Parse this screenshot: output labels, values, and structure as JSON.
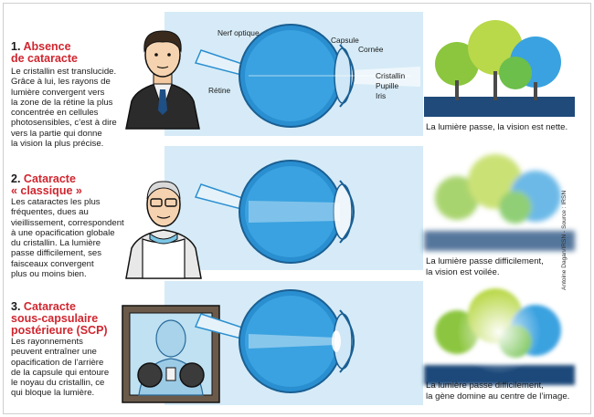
{
  "sections": [
    {
      "number": "1.",
      "title_lines": [
        "Absence",
        "de cataracte"
      ],
      "text": "Le cristallin est translucide.\nGrâce à lui, les rayons de\nlumière convergent vers\nla zone de la rétine la plus\nconcentrée en cellules\nphotosensibles, c’est à dire\nvers la partie qui donne\nla vision la plus précise.",
      "caption": "La lumière passe, la vision est nette."
    },
    {
      "number": "2.",
      "title_lines": [
        "Cataracte",
        "« classique »"
      ],
      "text": "Les cataractes les plus\nfréquentes, dues au\nvieillissement, correspondent\nà une opacification globale\ndu cristallin. La lumière\npasse difficilement, ses\nfaisceaux convergent\nplus ou moins bien.",
      "caption": "La lumière passe difficilement,\nla vision est voilée."
    },
    {
      "number": "3.",
      "title_lines": [
        "Cataracte",
        "sous-capsulaire",
        "postérieure (SCP)"
      ],
      "text": "Les rayonnements\npeuvent entraîner une\nopacification de l’arrière\nde la capsule qui entoure\nle noyau du cristallin, ce\nqui bloque la lumière.",
      "caption": "La lumière passe difficilement,\nla gène domine au centre de l’image."
    }
  ],
  "eye_labels": {
    "nerve": "Nerf optique",
    "capsule": "Capsule",
    "cornea": "Cornée",
    "lens": "Cristallin",
    "pupil": "Pupille",
    "iris": "Iris",
    "retina": "Rétine"
  },
  "credit": "Antoine Dagan/IRSN - Source : IRSN",
  "colors": {
    "title_red": "#d0262f",
    "eye_blue": "#2a8fd0",
    "panel_blue": "#d6ebf7"
  }
}
